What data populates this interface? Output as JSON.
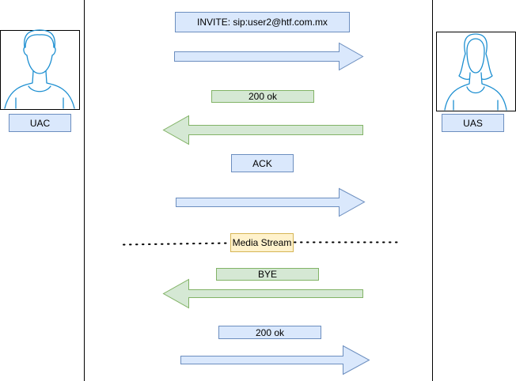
{
  "actors": {
    "uac": {
      "label": "UAC"
    },
    "uas": {
      "label": "UAS"
    }
  },
  "messages": [
    {
      "label": "INVITE: sip:user2@htf.com.mx",
      "direction": "right",
      "color": "blue"
    },
    {
      "label": "200 ok",
      "direction": "left",
      "color": "green"
    },
    {
      "label": "ACK",
      "direction": "right",
      "color": "blue"
    },
    {
      "label": "BYE",
      "direction": "left",
      "color": "green"
    },
    {
      "label": "200 ok",
      "direction": "right",
      "color": "blue"
    }
  ],
  "media": {
    "label": "Media Stream"
  },
  "colors": {
    "blue_fill": "#dae8fc",
    "blue_stroke": "#6c8ebf",
    "green_fill": "#d5e8d4",
    "green_stroke": "#82b366",
    "yellow_fill": "#fff2cc",
    "yellow_stroke": "#d6b656",
    "person_stroke": "#1d8fd1"
  }
}
